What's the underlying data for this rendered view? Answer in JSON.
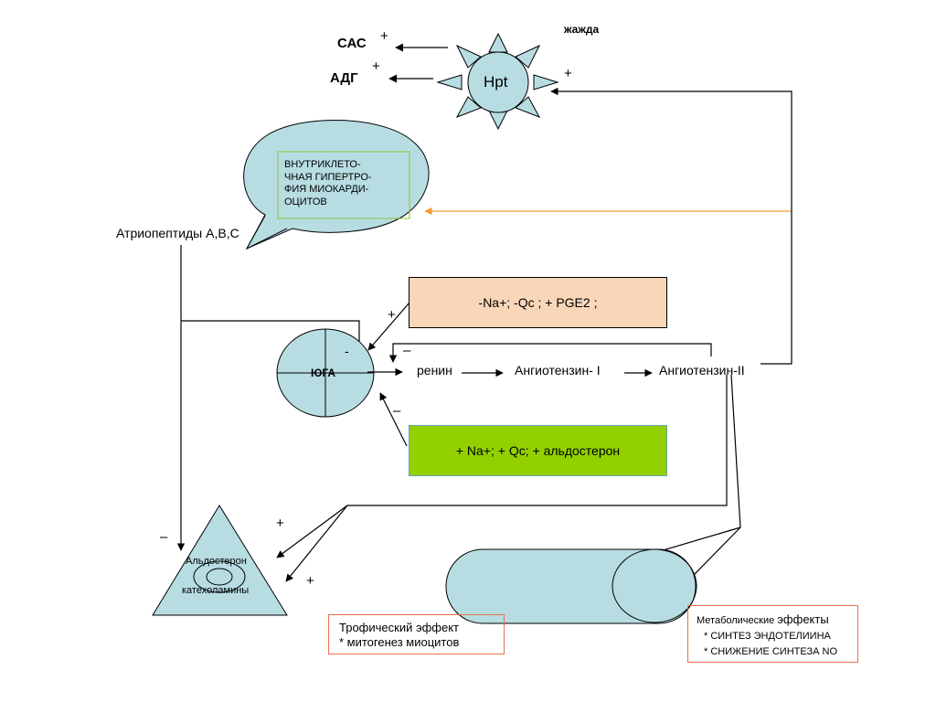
{
  "hpt": {
    "label": "Hpt",
    "thirst": "жажда",
    "sas": "САС",
    "sas_sign": "+",
    "adg": "АДГ",
    "adg_sign": "+",
    "feedback_sign": "+"
  },
  "callout": {
    "lines": [
      "ВНУТРИКЛЕТО-",
      "ЧНАЯ ГИПЕРТРО-",
      "ФИЯ МИОКАРДИ-",
      "ОЦИТОВ"
    ]
  },
  "atriopeptides": "Атриопептиды А,В,С",
  "yuga": {
    "label": "ЮГА",
    "minus_inner": "-"
  },
  "pge_box": {
    "text": "-Na+; -Qc ; + PGE2 ;",
    "sign": "+",
    "color": "#f8d6b8"
  },
  "na_box": {
    "text": "+ Na+;  + Qc;  + альдостерон",
    "sign": "–",
    "color": "#92d000"
  },
  "renin_feedback_sign": "–",
  "chain": {
    "renin": "ренин",
    "angiotensin1": "Ангиотензин- I",
    "angiotensin2": "Ангиотензин-II"
  },
  "triangle": {
    "aldosterone": "Альдостерон",
    "catecholamines": "катехоламины",
    "sign_minus": "–",
    "sign_plus_top": "+",
    "sign_plus_bottom": "+"
  },
  "trophic": {
    "title": "Трофический эффект",
    "item": "*  митогенез миоцитов"
  },
  "metabolic": {
    "title_small": "Метаболические",
    "title_big": "эффекты",
    "item1": "* СИНТЕЗ ЭНДОТЕЛИИНА",
    "item2": "* СНИЖЕНИЕ СИНТЕЗА NO"
  },
  "colors": {
    "shape_fill": "#b7dde3",
    "orange_arrow": "#f39c33",
    "red_border": "#e8704a",
    "callout_border": "#8fc33a"
  }
}
